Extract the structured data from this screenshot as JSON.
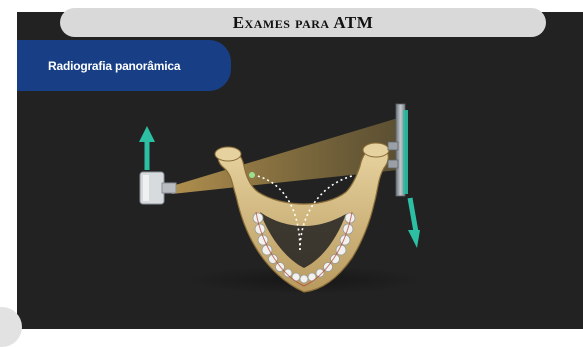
{
  "slide": {
    "title": "Exames para ATM",
    "label": "Radiografia panorâmica"
  },
  "colors": {
    "background": "#222222",
    "title_bar": "#d9d9d9",
    "label_pill": "#183f86",
    "arrow": "#2dbfa4",
    "beam": "#c9a95a",
    "bone": "#d9c08a",
    "detector": "#9aa0a6"
  },
  "icons": {
    "up_arrow": "arrow-up-icon",
    "down_arrow": "arrow-down-icon",
    "xray_source": "xray-source-icon",
    "detector": "detector-panel-icon",
    "mandible": "mandible-illustration"
  }
}
